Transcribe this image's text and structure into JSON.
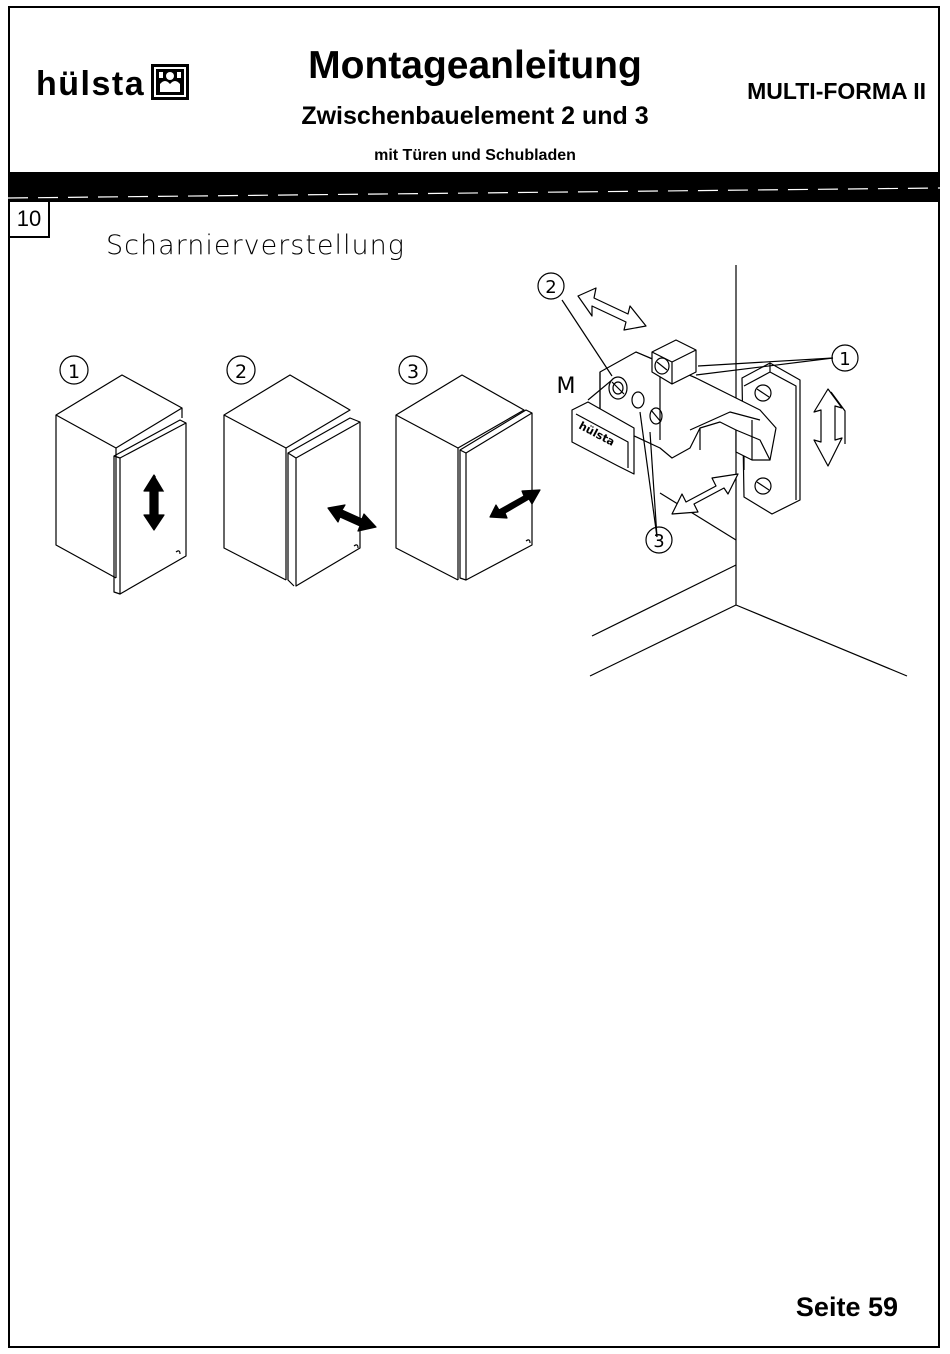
{
  "header": {
    "logo_text": "hülsta",
    "title": "Montageanleitung",
    "subtitle": "Zwischenbauelement 2 und 3",
    "subsubtitle": "mit Türen und Schubladen",
    "product": "MULTI-FORMA II"
  },
  "step": {
    "number": "10",
    "title": "Scharnierverstellung"
  },
  "illustration": {
    "cabinet_labels": [
      "1",
      "2",
      "3"
    ],
    "hinge_callouts": [
      "2",
      "1",
      "3"
    ],
    "screw_label": "M",
    "plate_text": "hülsta"
  },
  "footer": {
    "page": "Seite 59"
  }
}
